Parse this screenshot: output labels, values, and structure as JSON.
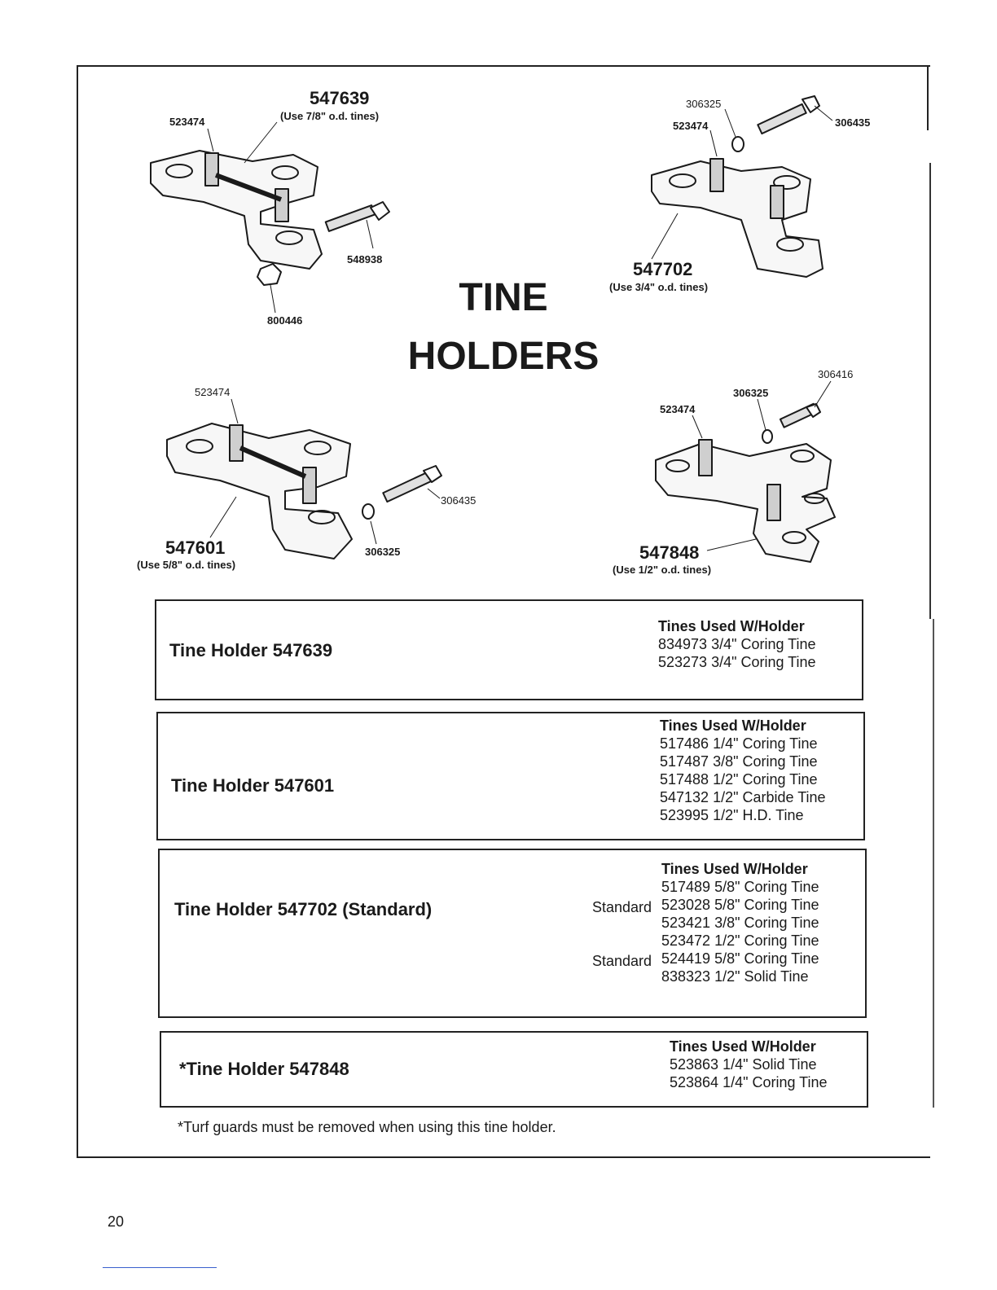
{
  "title": {
    "line1": "TINE",
    "line2": "HOLDERS"
  },
  "diagrams": {
    "d1": {
      "part": "547639",
      "note": "(Use 7/8\" o.d. tines)",
      "callouts": [
        "523474",
        "548938",
        "800446"
      ]
    },
    "d2": {
      "part": "547702",
      "note": "(Use 3/4\" o.d. tines)",
      "callouts": [
        "306325",
        "523474",
        "306435"
      ]
    },
    "d3": {
      "part": "547601",
      "note": "(Use 5/8\" o.d. tines)",
      "callouts": [
        "523474",
        "306435",
        "306325"
      ]
    },
    "d4": {
      "part": "547848",
      "note": "(Use 1/2\" o.d. tines)",
      "callouts": [
        "306416",
        "306325",
        "523474"
      ]
    }
  },
  "tables": [
    {
      "name": "Tine Holder 547639",
      "header": "Tines Used W/Holder",
      "rows": [
        {
          "prefix": "",
          "text": "834973 3/4\" Coring Tine"
        },
        {
          "prefix": "",
          "text": "523273 3/4\" Coring Tine"
        }
      ]
    },
    {
      "name": "Tine Holder 547601",
      "header": "Tines Used W/Holder",
      "rows": [
        {
          "prefix": "",
          "text": "517486 1/4\" Coring Tine"
        },
        {
          "prefix": "",
          "text": "517487 3/8\" Coring Tine"
        },
        {
          "prefix": "",
          "text": "517488 1/2\" Coring Tine"
        },
        {
          "prefix": "",
          "text": "547132 1/2\" Carbide Tine"
        },
        {
          "prefix": "",
          "text": "523995 1/2\" H.D. Tine"
        }
      ]
    },
    {
      "name": "Tine Holder 547702 (Standard)",
      "header": "Tines Used W/Holder",
      "rows": [
        {
          "prefix": "",
          "text": "517489 5/8\" Coring Tine"
        },
        {
          "prefix": "Standard",
          "text": "523028 5/8\" Coring Tine"
        },
        {
          "prefix": "",
          "text": "523421 3/8\" Coring Tine"
        },
        {
          "prefix": "",
          "text": "523472 1/2\" Coring Tine"
        },
        {
          "prefix": "Standard",
          "text": "524419 5/8\" Coring Tine"
        },
        {
          "prefix": "",
          "text": "838323 1/2\" Solid Tine"
        }
      ]
    },
    {
      "name": "*Tine Holder 547848",
      "header": "Tines Used W/Holder",
      "rows": [
        {
          "prefix": "",
          "text": "523863 1/4\" Solid Tine"
        },
        {
          "prefix": "",
          "text": "523864  1/4\" Coring Tine"
        }
      ]
    }
  ],
  "footnote": "*Turf guards must be removed when using this tine holder.",
  "page_number": "20"
}
